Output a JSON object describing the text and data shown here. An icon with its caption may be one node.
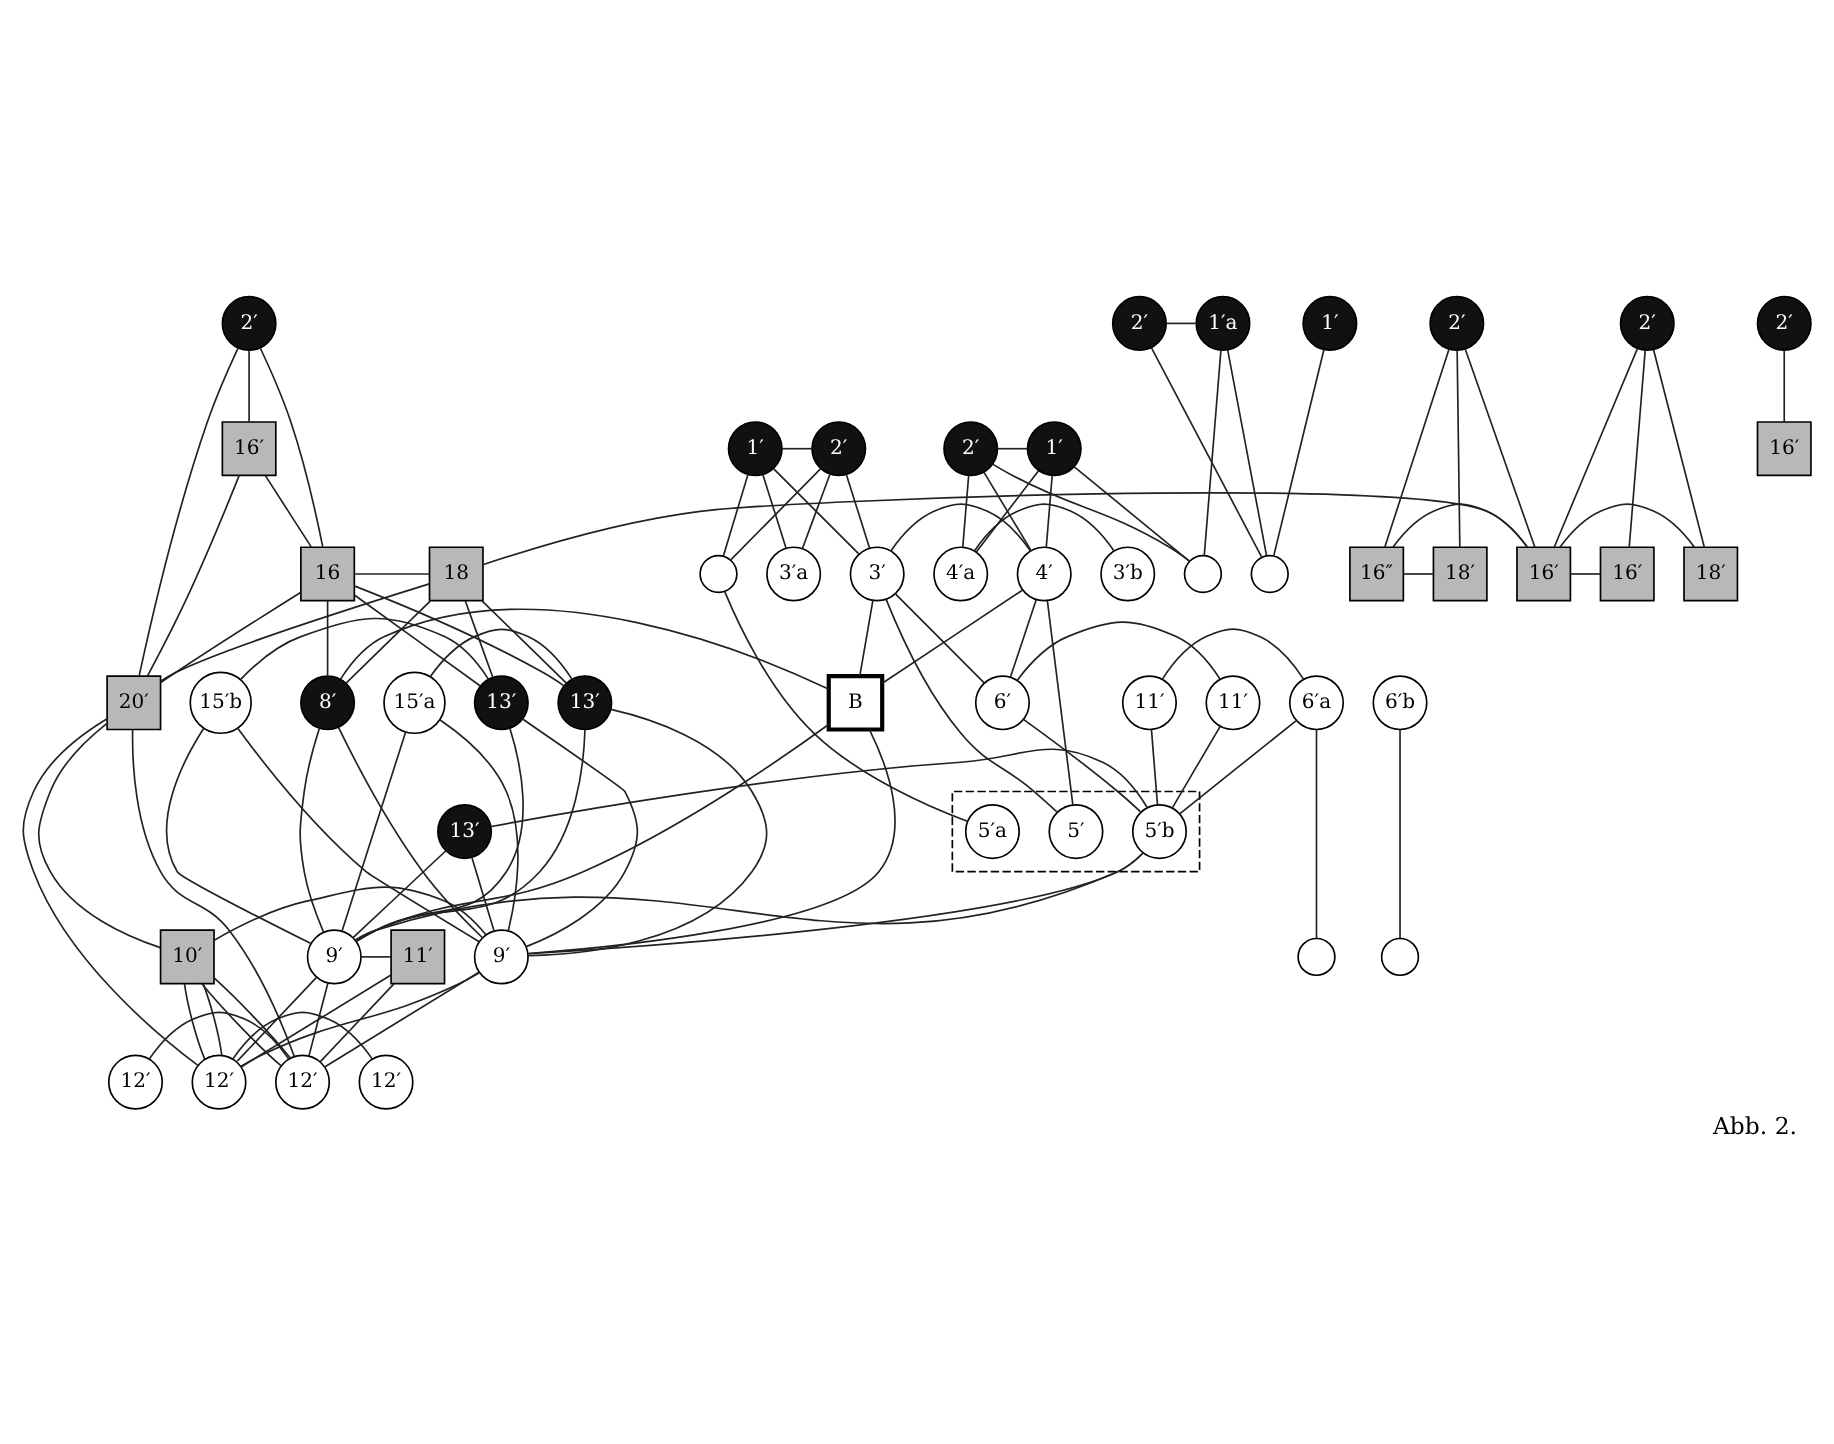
{
  "diagram": {
    "caption": "Abb. 2.",
    "nodes": [
      {
        "text": [
          "2′"
        ]
      },
      {
        "text": [
          "2′"
        ]
      },
      {
        "text": [
          "2′"
        ]
      },
      {
        "text": [
          "2′"
        ]
      },
      {
        "text": [
          "16′"
        ]
      },
      {
        "text": [
          "16′"
        ]
      },
      {
        "text": [
          "16″"
        ]
      },
      {
        "text": [
          "16"
        ]
      },
      {
        "text": [
          "18"
        ]
      },
      {
        "text": [
          "18′"
        ]
      },
      {
        "text": [
          "16′"
        ]
      },
      {
        "text": [
          "18′"
        ]
      },
      {
        "text": [
          "16′"
        ]
      },
      {
        "text": [
          "20′"
        ]
      },
      {
        "text": [
          "15′b"
        ]
      },
      {
        "text": [
          "13′"
        ]
      },
      {
        "text": [
          "15′a"
        ]
      },
      {
        "text": [
          "13′"
        ]
      },
      {
        "text": [
          "8′"
        ]
      },
      {
        "text": [
          "B"
        ]
      },
      {
        "text": [
          "10′"
        ]
      },
      {
        "text": [
          "9′"
        ]
      },
      {
        "text": [
          "9′"
        ]
      },
      {
        "text": [
          "11′"
        ]
      },
      {
        "text": [
          "12′"
        ]
      },
      {
        "text": [
          "12′"
        ]
      },
      {
        "text": [
          "12′"
        ]
      },
      {
        "text": [
          "12′"
        ]
      },
      {
        "text": [
          "1′"
        ]
      },
      {
        "text": [
          "2′"
        ]
      },
      {
        "text": [
          "2′"
        ]
      },
      {
        "text": [
          "1′"
        ]
      },
      {
        "text": [
          "1′a"
        ]
      },
      {
        "text": [
          "2′"
        ]
      },
      {
        "text": [
          "1′"
        ]
      },
      {
        "text": [],
        "shape": "circle"
      },
      {
        "text": [
          "3′a"
        ]
      },
      {
        "text": [
          "3′"
        ]
      },
      {
        "text": [
          "4′"
        ]
      },
      {
        "text": [
          "4′a"
        ]
      },
      {
        "text": [
          "3′b"
        ]
      },
      {
        "text": [],
        "shape": "circle"
      },
      {
        "text": [],
        "shape": "circle"
      },
      {
        "text": [
          "6′b"
        ]
      },
      {
        "text": [
          "11′"
        ]
      },
      {
        "text": [
          "6′a"
        ]
      },
      {
        "text": [
          "11′"
        ]
      },
      {
        "text": [
          "6′"
        ]
      },
      {
        "text": [],
        "shape": "circle"
      },
      {
        "text": [],
        "shape": "circle"
      },
      {
        "text": [],
        "shape": "box"
      },
      {
        "text": [
          "5′a"
        ],
        "in": 50
      },
      {
        "text": [
          "5′"
        ],
        "in": 50
      },
      {
        "text": [
          "5′b"
        ],
        "in": 50
      },
      {
        "text": [
          "13′"
        ]
      }
    ],
    "edges": [
      {
        "from": 0,
        "to": 4,
        "arrow": "none"
      },
      {
        "from": 1,
        "to": 5,
        "arrow": "none"
      },
      {
        "from": 2,
        "to": 6,
        "arrow": "none"
      },
      {
        "from": 3,
        "to": 10,
        "arrow": "none"
      },
      {
        "from": 7,
        "to": 8,
        "arrow": "none"
      },
      {
        "from": 8,
        "to": 10,
        "arrow": "none"
      },
      {
        "from": 14,
        "to": 15,
        "arrow": "none"
      },
      {
        "from": 16,
        "to": 17,
        "arrow": "none"
      },
      {
        "from": 18,
        "to": 19,
        "arrow": "none"
      },
      {
        "from": 13,
        "to": 20,
        "arrow": "none"
      },
      {
        "from": 20,
        "to": 21,
        "arrow": "none"
      },
      {
        "from": 22,
        "to": 23,
        "arrow": "none"
      },
      {
        "from": 24,
        "to": 25,
        "arrow": "none"
      },
      {
        "from": 26,
        "to": 27,
        "arrow": "none"
      },
      {
        "from": 28,
        "to": 29,
        "arrow": "none"
      },
      {
        "from": 30,
        "to": 32,
        "arrow": "none"
      },
      {
        "from": 33,
        "to": 34,
        "arrow": "none"
      },
      {
        "from": 37,
        "to": 38,
        "arrow": "none"
      },
      {
        "from": 39,
        "to": 40,
        "arrow": "none"
      },
      {
        "from": 44,
        "to": 45,
        "arrow": "none"
      },
      {
        "from": 46,
        "to": 47,
        "arrow": "none"
      },
      {
        "from": 53,
        "to": 54,
        "arrow": "none"
      },
      {
        "from": 0,
        "to": 7,
        "arrow": "none"
      },
      {
        "from": 4,
        "to": 7,
        "arrow": "none"
      },
      {
        "from": 0,
        "to": 13,
        "arrow": "none"
      },
      {
        "from": 4,
        "to": 13,
        "arrow": "none"
      },
      {
        "from": 2,
        "to": 9,
        "arrow": "none"
      },
      {
        "from": 6,
        "to": 9,
        "arrow": "none"
      },
      {
        "from": 2,
        "to": 10,
        "arrow": "none"
      },
      {
        "from": 6,
        "to": 10,
        "arrow": "none"
      },
      {
        "from": 3,
        "to": 11,
        "arrow": "none"
      },
      {
        "from": 10,
        "to": 11,
        "arrow": "none"
      },
      {
        "from": 3,
        "to": 12,
        "arrow": "none"
      },
      {
        "from": 10,
        "to": 12,
        "arrow": "none"
      },
      {
        "from": 7,
        "to": 13,
        "arrow": "none"
      },
      {
        "from": 8,
        "to": 13,
        "arrow": "none"
      },
      {
        "from": 7,
        "to": 15,
        "arrow": "none"
      },
      {
        "from": 8,
        "to": 15,
        "arrow": "none"
      },
      {
        "from": 7,
        "to": 17,
        "arrow": "none"
      },
      {
        "from": 8,
        "to": 17,
        "arrow": "none"
      },
      {
        "from": 7,
        "to": 18,
        "arrow": "none"
      },
      {
        "from": 8,
        "to": 18,
        "arrow": "none"
      },
      {
        "from": 14,
        "to": 21,
        "arrow": "none"
      },
      {
        "from": 15,
        "to": 21,
        "arrow": "none"
      },
      {
        "from": 14,
        "to": 22,
        "arrow": "none"
      },
      {
        "from": 15,
        "to": 22,
        "arrow": "none"
      },
      {
        "from": 16,
        "to": 21,
        "arrow": "none"
      },
      {
        "from": 17,
        "to": 21,
        "arrow": "none"
      },
      {
        "from": 16,
        "to": 22,
        "arrow": "none"
      },
      {
        "from": 17,
        "to": 22,
        "arrow": "none"
      },
      {
        "from": 18,
        "to": 21,
        "arrow": "none"
      },
      {
        "from": 19,
        "to": 21,
        "arrow": "none"
      },
      {
        "from": 18,
        "to": 22,
        "arrow": "none"
      },
      {
        "from": 19,
        "to": 22,
        "arrow": "none"
      },
      {
        "from": 13,
        "to": 25,
        "arrow": "none"
      },
      {
        "from": 20,
        "to": 25,
        "arrow": "none"
      },
      {
        "from": 13,
        "to": 26,
        "arrow": "none"
      },
      {
        "from": 20,
        "to": 26,
        "arrow": "none"
      },
      {
        "from": 20,
        "to": 25,
        "arrow": "none"
      },
      {
        "from": 21,
        "to": 25,
        "arrow": "none"
      },
      {
        "from": 20,
        "to": 26,
        "arrow": "none"
      },
      {
        "from": 21,
        "to": 26,
        "arrow": "none"
      },
      {
        "from": 22,
        "to": 25,
        "arrow": "none"
      },
      {
        "from": 23,
        "to": 25,
        "arrow": "none"
      },
      {
        "from": 22,
        "to": 26,
        "arrow": "none"
      },
      {
        "from": 23,
        "to": 26,
        "arrow": "none"
      },
      {
        "from": 53,
        "to": 21,
        "arrow": "none"
      },
      {
        "from": 54,
        "to": 21,
        "arrow": "none"
      },
      {
        "from": 53,
        "to": 22,
        "arrow": "none"
      },
      {
        "from": 54,
        "to": 22,
        "arrow": "none"
      },
      {
        "from": 28,
        "to": 35,
        "arrow": "none"
      },
      {
        "from": 29,
        "to": 35,
        "arrow": "none"
      },
      {
        "from": 28,
        "to": 36,
        "arrow": "none"
      },
      {
        "from": 29,
        "to": 36,
        "arrow": "none"
      },
      {
        "from": 28,
        "to": 37,
        "arrow": "none"
      },
      {
        "from": 29,
        "to": 37,
        "arrow": "none"
      },
      {
        "from": 35,
        "to": 51,
        "arrow": "none"
      },
      {
        "from": 37,
        "to": 19,
        "arrow": "none"
      },
      {
        "from": 38,
        "to": 19,
        "arrow": "none"
      },
      {
        "from": 37,
        "to": 52,
        "arrow": "none"
      },
      {
        "from": 38,
        "to": 52,
        "arrow": "none"
      },
      {
        "from": 37,
        "to": 47,
        "arrow": "none"
      },
      {
        "from": 38,
        "to": 47,
        "arrow": "none"
      },
      {
        "from": 33,
        "to": 38,
        "arrow": "none"
      },
      {
        "from": 34,
        "to": 38,
        "arrow": "none"
      },
      {
        "from": 33,
        "to": 39,
        "arrow": "none"
      },
      {
        "from": 34,
        "to": 39,
        "arrow": "none"
      },
      {
        "from": 33,
        "to": 41,
        "arrow": "none"
      },
      {
        "from": 34,
        "to": 41,
        "arrow": "none"
      },
      {
        "from": 32,
        "to": 41,
        "arrow": "none"
      },
      {
        "from": 30,
        "to": 42,
        "arrow": "none"
      },
      {
        "from": 32,
        "to": 42,
        "arrow": "none"
      },
      {
        "from": 31,
        "to": 42,
        "arrow": "none"
      },
      {
        "from": 44,
        "to": 53,
        "arrow": "none"
      },
      {
        "from": 45,
        "to": 53,
        "arrow": "none"
      },
      {
        "from": 46,
        "to": 53,
        "arrow": "none"
      },
      {
        "from": 47,
        "to": 53,
        "arrow": "none"
      },
      {
        "from": 45,
        "to": 48,
        "arrow": "none"
      },
      {
        "from": 43,
        "to": 49,
        "arrow": "none"
      }
    ]
  }
}
